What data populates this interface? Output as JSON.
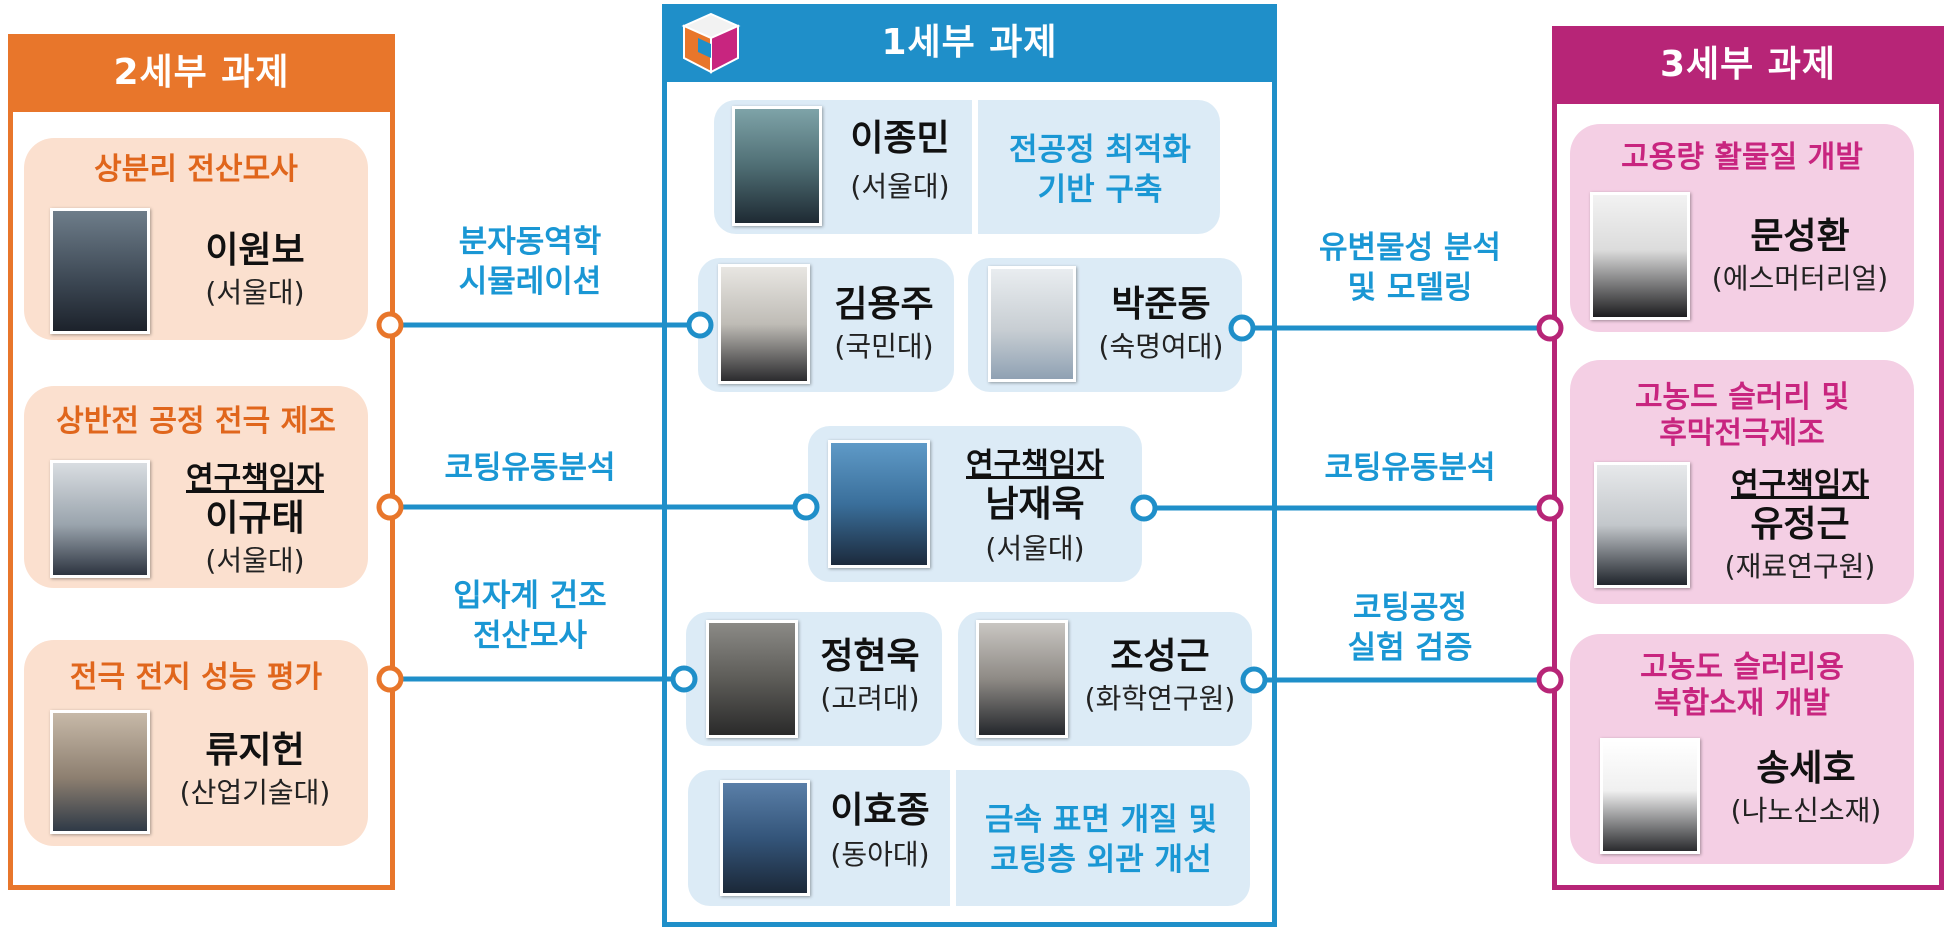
{
  "subprojects": {
    "second": "2세부 과제",
    "first": "1세부 과제",
    "third": "3세부 과제"
  },
  "left": [
    {
      "topic": "상분리 전산모사",
      "name": "이원보",
      "aff": "(서울대)"
    },
    {
      "topic": "상반전 공정 전극 제조",
      "role": "연구책임자",
      "name": "이규태",
      "aff": "(서울대)"
    },
    {
      "topic": "전극 전지 성능 평가",
      "name": "류지헌",
      "aff": "(산업기술대)"
    }
  ],
  "middle": {
    "lee_jm": {
      "name": "이종민",
      "aff": "(서울대)",
      "topic_line1": "전공정 최적화",
      "topic_line2": "기반 구축"
    },
    "kim_yj": {
      "name": "김용주",
      "aff": "(국민대)"
    },
    "park_jd": {
      "name": "박준동",
      "aff": "(숙명여대)"
    },
    "nam_jw": {
      "role": "연구책임자",
      "name": "남재욱",
      "aff": "(서울대)"
    },
    "jung_hw": {
      "name": "정현욱",
      "aff": "(고려대)"
    },
    "cho_sg": {
      "name": "조성근",
      "aff": "(화학연구원)"
    },
    "lee_hj": {
      "name": "이효종",
      "aff": "(동아대)",
      "topic_line1": "금속 표면 개질 및",
      "topic_line2": "코팅층 외관 개선"
    }
  },
  "right": [
    {
      "topic_line1": "고용량 활물질 개발",
      "name": "문성환",
      "aff": "(에스머터리얼)"
    },
    {
      "topic_line1": "고농드 슬러리 및",
      "topic_line2": "후막전극제조",
      "role": "연구책임자",
      "name": "유정근",
      "aff": "(재료연구원)"
    },
    {
      "topic_line1": "고농도 슬러리용",
      "topic_line2": "복합소재 개발",
      "name": "송세호",
      "aff": "(나노신소재)"
    }
  ],
  "connectors": {
    "left1_line1": "분자동역학",
    "left1_line2": "시뮬레이션",
    "left2": "코팅유동분석",
    "left3_line1": "입자계 건조",
    "left3_line2": "전산모사",
    "right1_line1": "유변물성 분석",
    "right1_line2": "및 모델링",
    "right2": "코팅유동분석",
    "right3_line1": "코팅공정",
    "right3_line2": "실험 검증"
  },
  "colors": {
    "orange": "#e8762b",
    "blue": "#1f8fc9",
    "magenta": "#b72577",
    "topic_blue": "#1a97d4"
  }
}
